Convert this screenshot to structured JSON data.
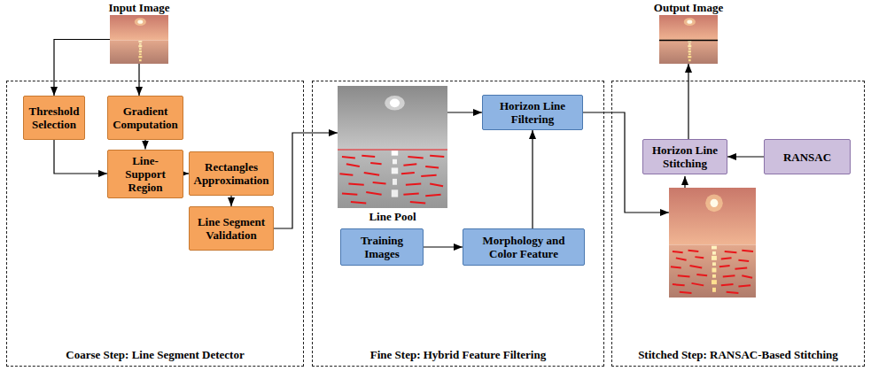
{
  "diagram": {
    "nodes": [
      {
        "text": [
          "Input Image"
        ]
      },
      {
        "text": [
          "Output Image"
        ]
      },
      {
        "text": [
          "Coarse Step: Line Segment Detector"
        ]
      },
      {
        "text": [
          "Threshold Selection"
        ],
        "in": 2
      },
      {
        "text": [
          "Gradient Computation"
        ],
        "in": 2
      },
      {
        "text": [
          "Line-Support Region"
        ],
        "in": 2
      },
      {
        "text": [
          "Rectangles Approximation"
        ],
        "in": 2
      },
      {
        "text": [
          "Line Segment Validation"
        ],
        "in": 2
      },
      {
        "text": [
          "Fine Step: Hybrid Feature Filtering"
        ]
      },
      {
        "text": [
          "Line Pool"
        ],
        "in": 8
      },
      {
        "text": [
          "Horizon Line Filtering"
        ],
        "in": 8
      },
      {
        "text": [
          "Training Images"
        ],
        "in": 8
      },
      {
        "text": [
          "Morphology and Color Feature"
        ],
        "in": 8
      },
      {
        "text": [
          "Stitched Step: RANSAC-Based Stitching"
        ]
      },
      {
        "text": [
          "Horizon Line Stitching"
        ],
        "in": 13
      },
      {
        "text": [
          "RANSAC"
        ],
        "in": 13
      }
    ],
    "edges": [
      {
        "from": 0,
        "to": 3,
        "arrow": "to"
      },
      {
        "from": 0,
        "to": 4,
        "arrow": "to"
      },
      {
        "from": 3,
        "to": 5,
        "arrow": "to"
      },
      {
        "from": 4,
        "to": 5,
        "arrow": "to"
      },
      {
        "from": 5,
        "to": 6,
        "arrow": "to"
      },
      {
        "from": 6,
        "to": 7,
        "arrow": "to"
      },
      {
        "from": 7,
        "to": 9,
        "arrow": "to"
      },
      {
        "from": 9,
        "to": 10,
        "arrow": "to"
      },
      {
        "from": 11,
        "to": 12,
        "arrow": "to"
      },
      {
        "from": 12,
        "to": 10,
        "arrow": "to"
      },
      {
        "from": 15,
        "to": 14,
        "arrow": "to"
      },
      {
        "from": 14,
        "to": 1,
        "arrow": "to"
      }
    ]
  }
}
